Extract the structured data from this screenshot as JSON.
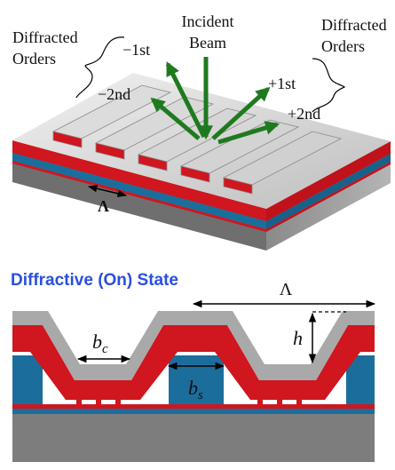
{
  "top": {
    "incident_line1": "Incident",
    "incident_line2": "Beam",
    "diffracted_left_line1": "Diffracted",
    "diffracted_left_line2": "Orders",
    "diffracted_right_line1": "Diffracted",
    "diffracted_right_line2": "Orders",
    "order_minus1": "−1st",
    "order_minus2": "−2nd",
    "order_plus1": "+1st",
    "order_plus2": "+2nd",
    "period": "Λ"
  },
  "bottom": {
    "state_title": "Diffractive (On) State",
    "period": "Λ",
    "height": "h",
    "width_c": "b",
    "width_c_sub": "c",
    "width_s": "b",
    "width_s_sub": "s"
  },
  "colors": {
    "beam_arrow": "#1f7a1f",
    "red_layer": "#d0161e",
    "blue_layer": "#1b6e9c",
    "gray_cap": "#a9a9a9",
    "substrate": "#7d7d7d",
    "title_blue": "#2a4fe0"
  }
}
